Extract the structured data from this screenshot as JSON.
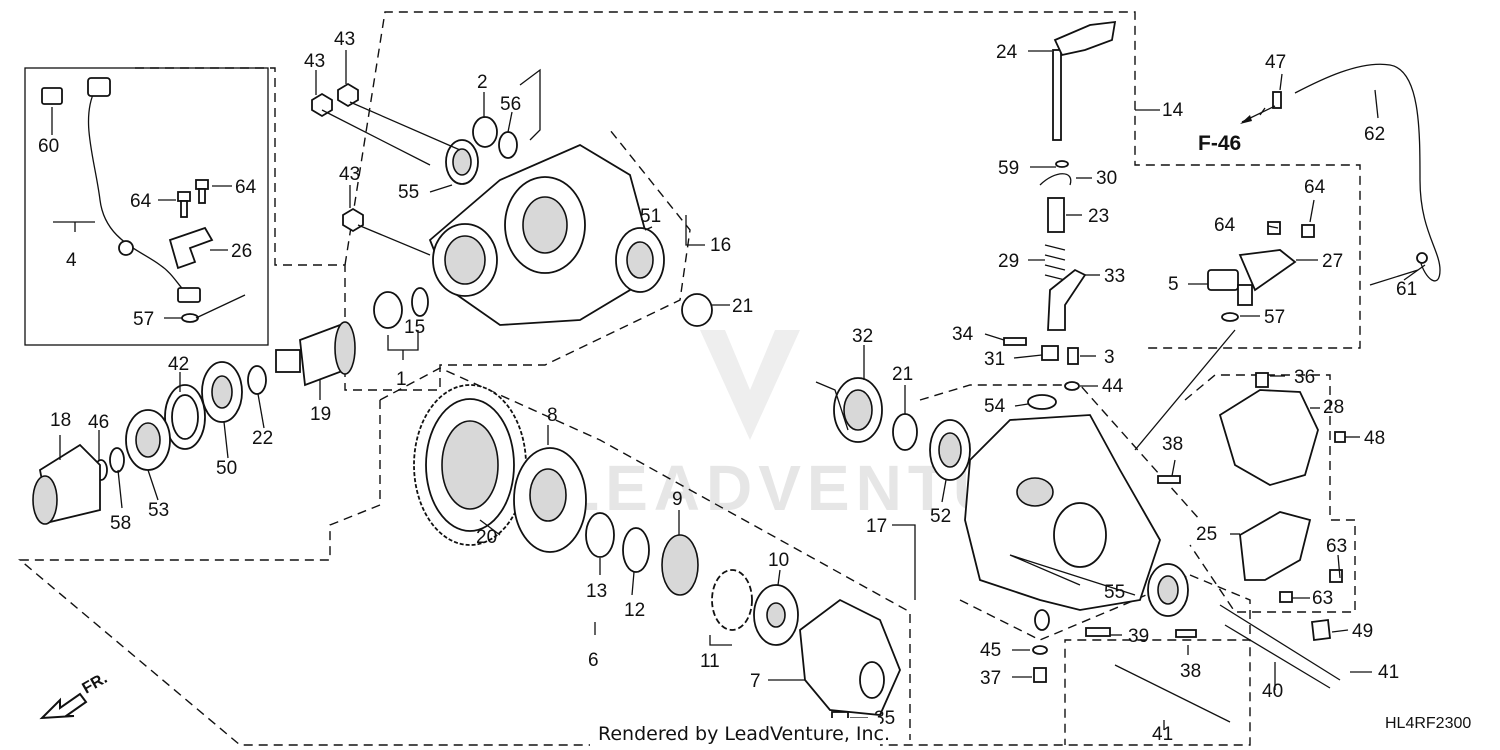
{
  "callouts": [
    "1",
    "2",
    "3",
    "4",
    "5",
    "6",
    "7",
    "8",
    "9",
    "10",
    "11",
    "12",
    "13",
    "14",
    "15",
    "16",
    "17",
    "18",
    "19",
    "20",
    "21",
    "22",
    "23",
    "24",
    "25",
    "26",
    "27",
    "28",
    "29",
    "30",
    "31",
    "32",
    "33",
    "34",
    "35",
    "36",
    "37",
    "38",
    "39",
    "40",
    "41",
    "42",
    "43",
    "44",
    "45",
    "46",
    "47",
    "48",
    "49",
    "50",
    "51",
    "52",
    "53",
    "54",
    "55",
    "56",
    "57",
    "58",
    "59",
    "60",
    "61",
    "62",
    "63",
    "64"
  ],
  "reference": "F-46",
  "front_arrow": "FR.",
  "footer_text": "Rendered by LeadVenture, Inc.",
  "diagram_code": "HL4RF2300",
  "watermark": "LEADVENTURE",
  "colors": {
    "ink": "#111111",
    "watermark": "#e6e6e6"
  }
}
